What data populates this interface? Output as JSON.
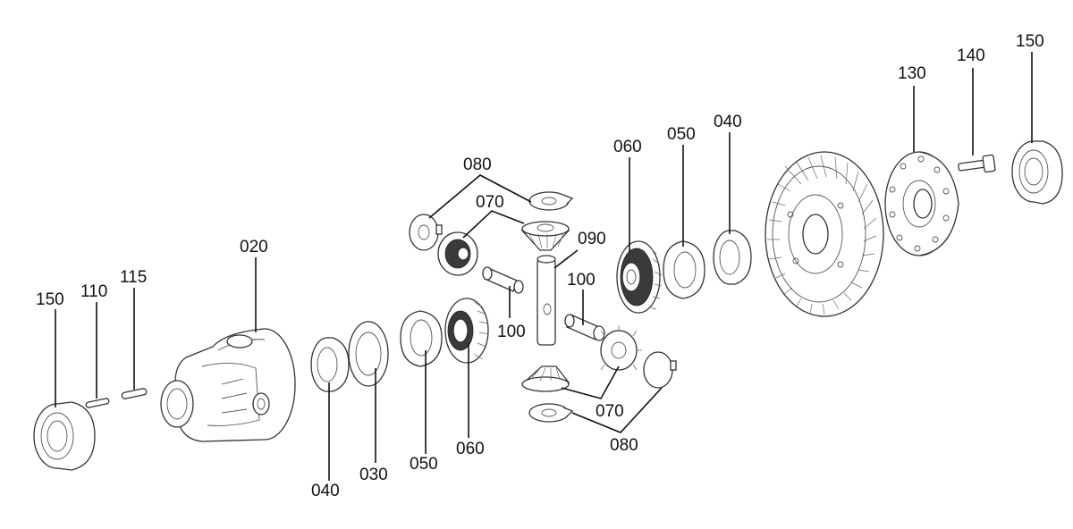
{
  "diagram": {
    "labels": {
      "l150_left": "150",
      "l110": "110",
      "l115": "115",
      "l020": "020",
      "l040_bottom": "040",
      "l030": "030",
      "l050_bottom": "050",
      "l060_bottom": "060",
      "l080_top": "080",
      "l070_top": "070",
      "l090": "090",
      "l100_left": "100",
      "l100_right": "100",
      "l070_bottom": "070",
      "l080_bottom": "080",
      "l060_top": "060",
      "l050_top": "050",
      "l040_top": "040",
      "l130": "130",
      "l140": "140",
      "l150_right": "150"
    }
  }
}
